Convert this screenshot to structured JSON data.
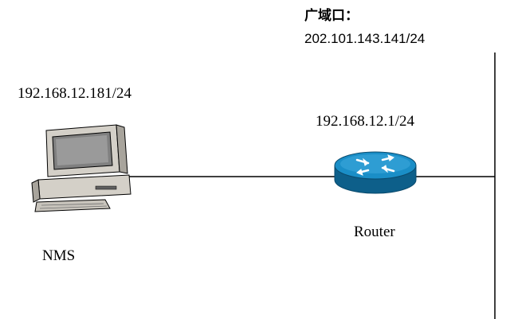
{
  "labels": {
    "wan_port_title": "广域口：",
    "wan_ip": "202.101.143.141/24",
    "nms_ip": "192.168.12.181/24",
    "router_ip": "192.168.12.1/24",
    "router_name": "Router",
    "nms_name": "NMS"
  },
  "icons": {
    "pc": "computer-icon",
    "router": "router-icon"
  },
  "colors": {
    "router_blue": "#1a8ec7",
    "router_dark": "#0d5f8a",
    "pc_body": "#d4d0c8",
    "pc_screen": "#808080",
    "line": "#000000"
  }
}
